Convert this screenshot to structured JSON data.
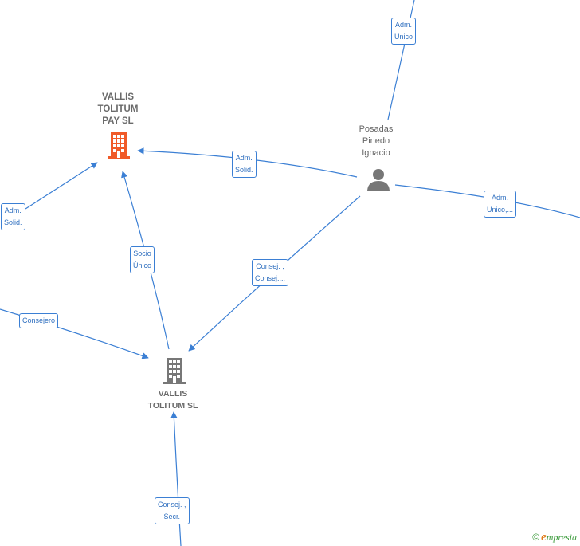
{
  "nodes": {
    "pay": {
      "lines": [
        "VALLIS",
        "TOLITUM",
        "PAY  SL"
      ],
      "icon": "building-icon",
      "color": "#f05a28"
    },
    "tolitum": {
      "lines": [
        "VALLIS",
        "TOLITUM  SL"
      ],
      "icon": "building-icon",
      "color": "#777777"
    },
    "person": {
      "lines": [
        "Posadas",
        "Pinedo",
        "Ignacio"
      ],
      "icon": "person-icon",
      "color": "#777777"
    }
  },
  "edge_labels": {
    "adm_unico_top": [
      "Adm.",
      "Unico"
    ],
    "adm_solid_mid": [
      "Adm.",
      "Solid."
    ],
    "adm_solid_left": [
      "Adm.",
      "Solid."
    ],
    "adm_unico_right": [
      "Adm.",
      "Unico,..."
    ],
    "socio_unico": [
      "Socio",
      "Único"
    ],
    "consej_mid": [
      "Consej. ,",
      "Consej...."
    ],
    "consejero": [
      "Consejero"
    ],
    "consej_secr": [
      "Consej. ,",
      "Secr."
    ]
  },
  "footer": {
    "copyright": "©",
    "brand_initial": "e",
    "brand_rest": "mpresia"
  },
  "colors": {
    "edge": "#3b7fd4",
    "accent": "#f05a28",
    "node_gray": "#777777"
  }
}
